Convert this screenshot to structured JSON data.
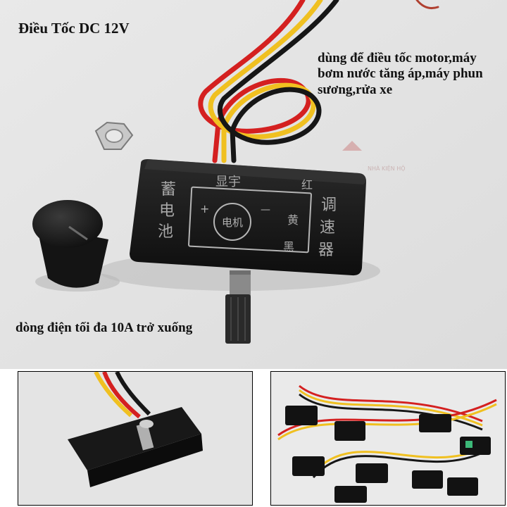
{
  "captions": {
    "title": "Điều Tốc DC 12V",
    "uses": "dùng để điều tốc motor,máy bơm nước tăng áp,máy phun sương,rửa xe",
    "max_current": "dòng điện tối đa 10A trở xuống"
  },
  "device_markings": {
    "top": "显宇",
    "red": "红",
    "yellow": "黄",
    "black": "黑",
    "left_column": [
      "蓄",
      "电",
      "池"
    ],
    "right_column": [
      "调",
      "速",
      "器"
    ],
    "motor": "电机",
    "plus": "+",
    "minus": "—"
  },
  "watermark": "NHÀ KIỆN HỘ"
}
